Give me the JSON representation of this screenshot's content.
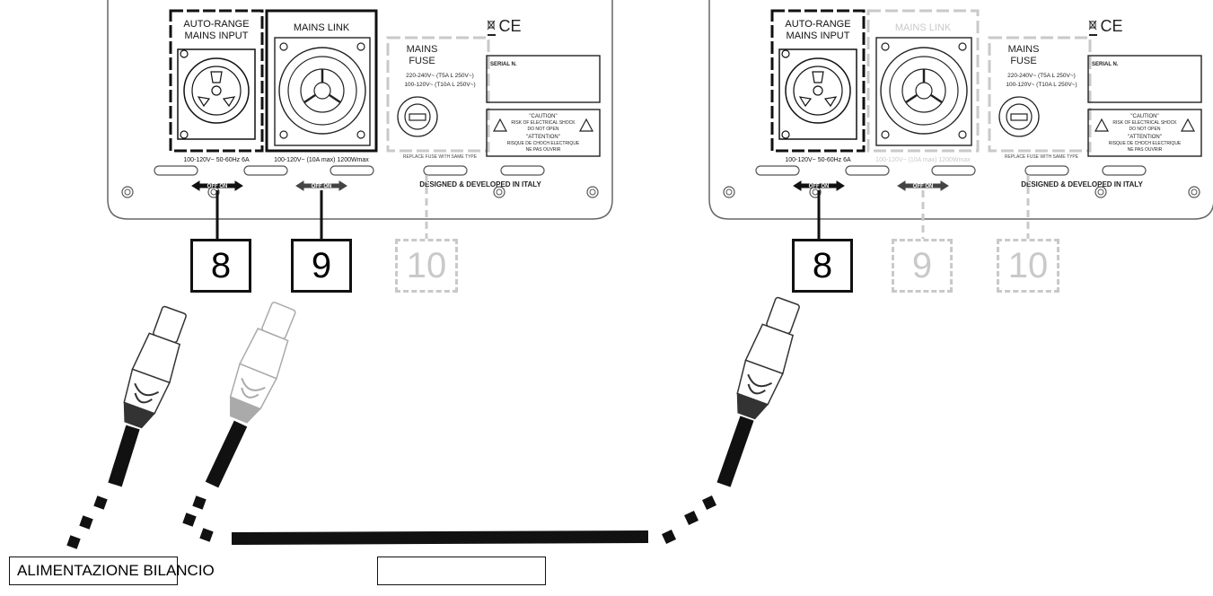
{
  "panels": [
    {
      "input_title_1": "AUTO-RANGE",
      "input_title_2": "MAINS INPUT",
      "input_rating": "100-120V~ 50-60Hz 6A",
      "link_title": "MAINS LINK",
      "link_rating": "100-120V~ (10A max) 1200Wmax",
      "fuse_title_1": "MAINS",
      "fuse_title_2": "FUSE",
      "fuse_rating_1": "220-240V~ (T5A L 250V~)",
      "fuse_rating_2": "100-120V~ (T10A L 250V~)",
      "fuse_note": "REPLACE FUSE WITH SAME TYPE",
      "serial_label": "SERIAL N.",
      "caution": "\"CAUTION\"",
      "caution_1": "RISK OF ELECTRICAL SHOCK",
      "caution_2": "DO NOT OPEN",
      "attention": "\"ATTENTION\"",
      "attention_1": "RISQUE DE CHOCH ELECTRIQUE",
      "attention_2": "NE PAS OUVRIR",
      "ce_mark": "CE",
      "switch_label": "OFF ON",
      "designed": "DESIGNED & DEVELOPED IN ITALY",
      "callouts": [
        "8",
        "9",
        "10"
      ],
      "active": [
        true,
        true,
        false
      ]
    },
    {
      "input_title_1": "AUTO-RANGE",
      "input_title_2": "MAINS INPUT",
      "input_rating": "100-120V~ 50-60Hz 6A",
      "link_title": "MAINS LINK",
      "link_rating": "100-120V~ (10A max) 1200Wmax",
      "fuse_title_1": "MAINS",
      "fuse_title_2": "FUSE",
      "fuse_rating_1": "220-240V~ (T5A L 250V~)",
      "fuse_rating_2": "100-120V~ (T10A L 250V~)",
      "fuse_note": "REPLACE FUSE WITH SAME TYPE",
      "serial_label": "SERIAL N.",
      "caution": "\"CAUTION\"",
      "caution_1": "RISK OF ELECTRICAL SHOCK",
      "caution_2": "DO NOT OPEN",
      "attention": "\"ATTENTION\"",
      "attention_1": "RISQUE DE CHOCH ELECTRIQUE",
      "attention_2": "NE PAS OUVRIR",
      "ce_mark": "CE",
      "switch_label": "OFF ON",
      "designed": "DESIGNED & DEVELOPED IN ITALY",
      "callouts": [
        "8",
        "9",
        "10"
      ],
      "active": [
        true,
        false,
        false
      ]
    }
  ],
  "captions": {
    "left": "ALIMENTAZIONE BILANCIO",
    "right": ""
  },
  "colors": {
    "ink": "#111111",
    "dim": "#c9c9c9",
    "panel": "#ffffff"
  }
}
